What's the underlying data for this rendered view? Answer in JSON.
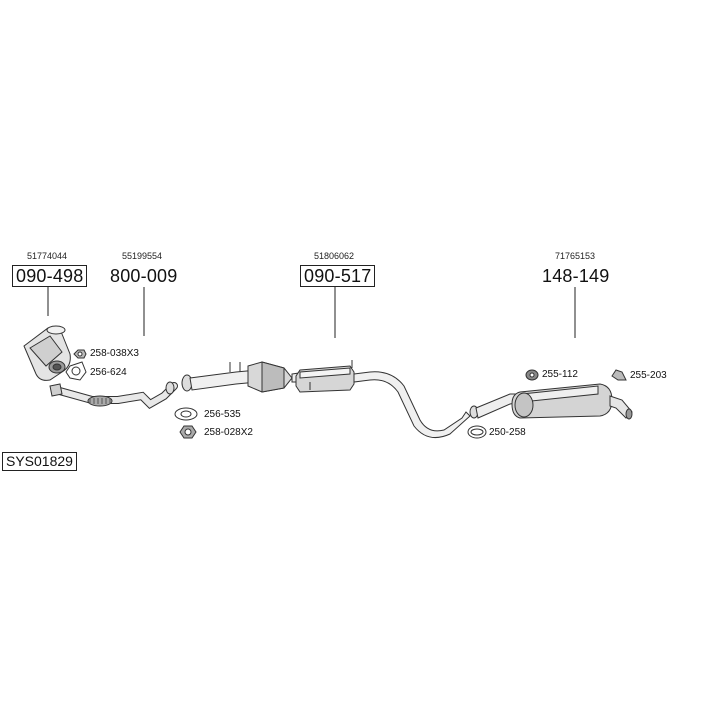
{
  "system_code": "SYS01829",
  "main_parts": [
    {
      "oem": "51774044",
      "part_no": "090-498",
      "boxed": true
    },
    {
      "oem": "55199554",
      "part_no": "800-009",
      "boxed": false
    },
    {
      "oem": "51806062",
      "part_no": "090-517",
      "boxed": true
    },
    {
      "oem": "71765153",
      "part_no": "148-149",
      "boxed": false
    }
  ],
  "fittings": [
    {
      "label": "258-038X3",
      "icon": "nut-icon"
    },
    {
      "label": "256-624",
      "icon": "gasket-icon"
    },
    {
      "label": "256-535",
      "icon": "flange-gasket-icon"
    },
    {
      "label": "258-028X2",
      "icon": "hex-nut-icon"
    },
    {
      "label": "255-112",
      "icon": "rubber-mount-icon"
    },
    {
      "label": "255-203",
      "icon": "hanger-icon"
    },
    {
      "label": "250-258",
      "icon": "clamp-icon"
    }
  ]
}
